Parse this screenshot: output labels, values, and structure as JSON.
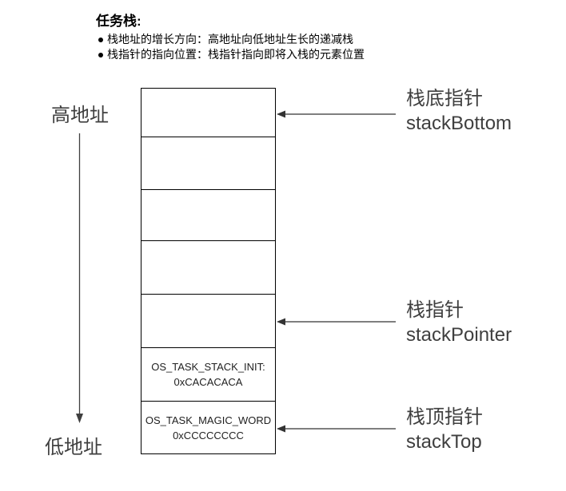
{
  "header": {
    "title": "任务栈:",
    "bullets": [
      "栈地址的增长方向：高地址向低地址生长的递减栈",
      "栈指针的指向位置：栈指针指向即将入栈的元素位置"
    ]
  },
  "address_axis": {
    "high_label": "高地址",
    "low_label": "低地址",
    "direction": "down"
  },
  "stack": {
    "cells": [
      {
        "line1": "",
        "line2": ""
      },
      {
        "line1": "",
        "line2": ""
      },
      {
        "line1": "",
        "line2": ""
      },
      {
        "line1": "",
        "line2": ""
      },
      {
        "line1": "",
        "line2": ""
      },
      {
        "line1": "OS_TASK_STACK_INIT:",
        "line2": "0xCACACACA"
      },
      {
        "line1": "OS_TASK_MAGIC_WORD",
        "line2": "0xCCCCCCCC"
      }
    ]
  },
  "pointers": [
    {
      "label_zh": "栈底指针",
      "label_en": "stackBottom"
    },
    {
      "label_zh": "栈指针",
      "label_en": "stackPointer"
    },
    {
      "label_zh": "栈顶指针",
      "label_en": "stackTop"
    }
  ],
  "icons": {
    "bullet": "●",
    "arrow_left": "←",
    "arrow_down": "↓"
  },
  "colors": {
    "background": "#ffffff",
    "text_primary": "#000000",
    "text_secondary": "#3f3f3f",
    "cell_text": "#1f1f1f",
    "border": "#000000",
    "arrow": "#333333"
  }
}
